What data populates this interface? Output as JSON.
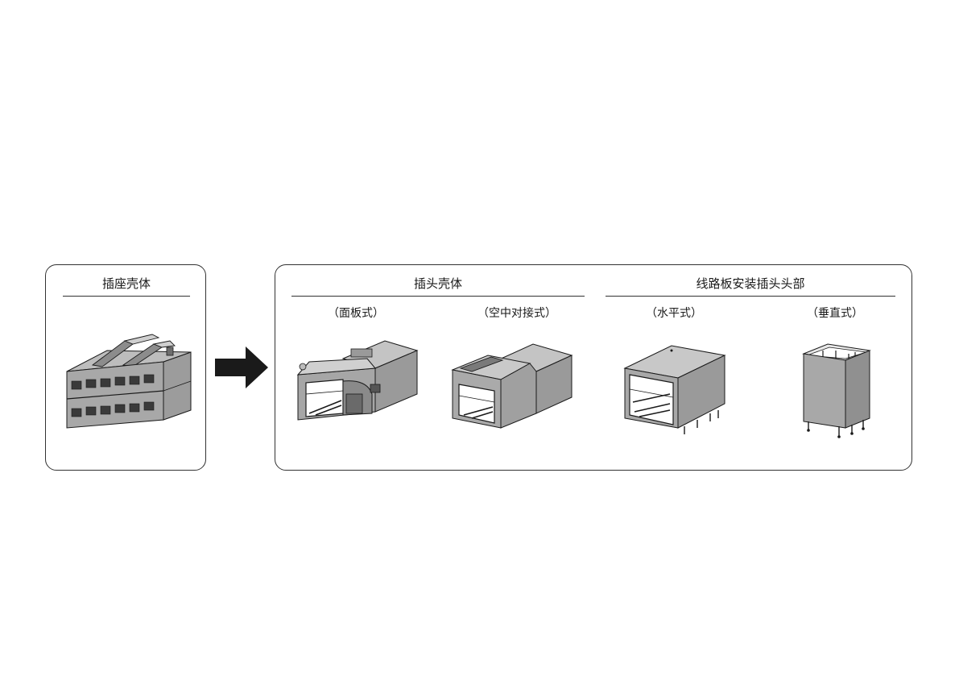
{
  "receptacle": {
    "title": "插座壳体"
  },
  "plug": {
    "title": "插头壳体",
    "variants": [
      "（面板式）",
      "（空中对接式）"
    ]
  },
  "pcb_header": {
    "title": "线路板安装插头头部",
    "variants": [
      "（水平式）",
      "（垂直式）"
    ]
  }
}
